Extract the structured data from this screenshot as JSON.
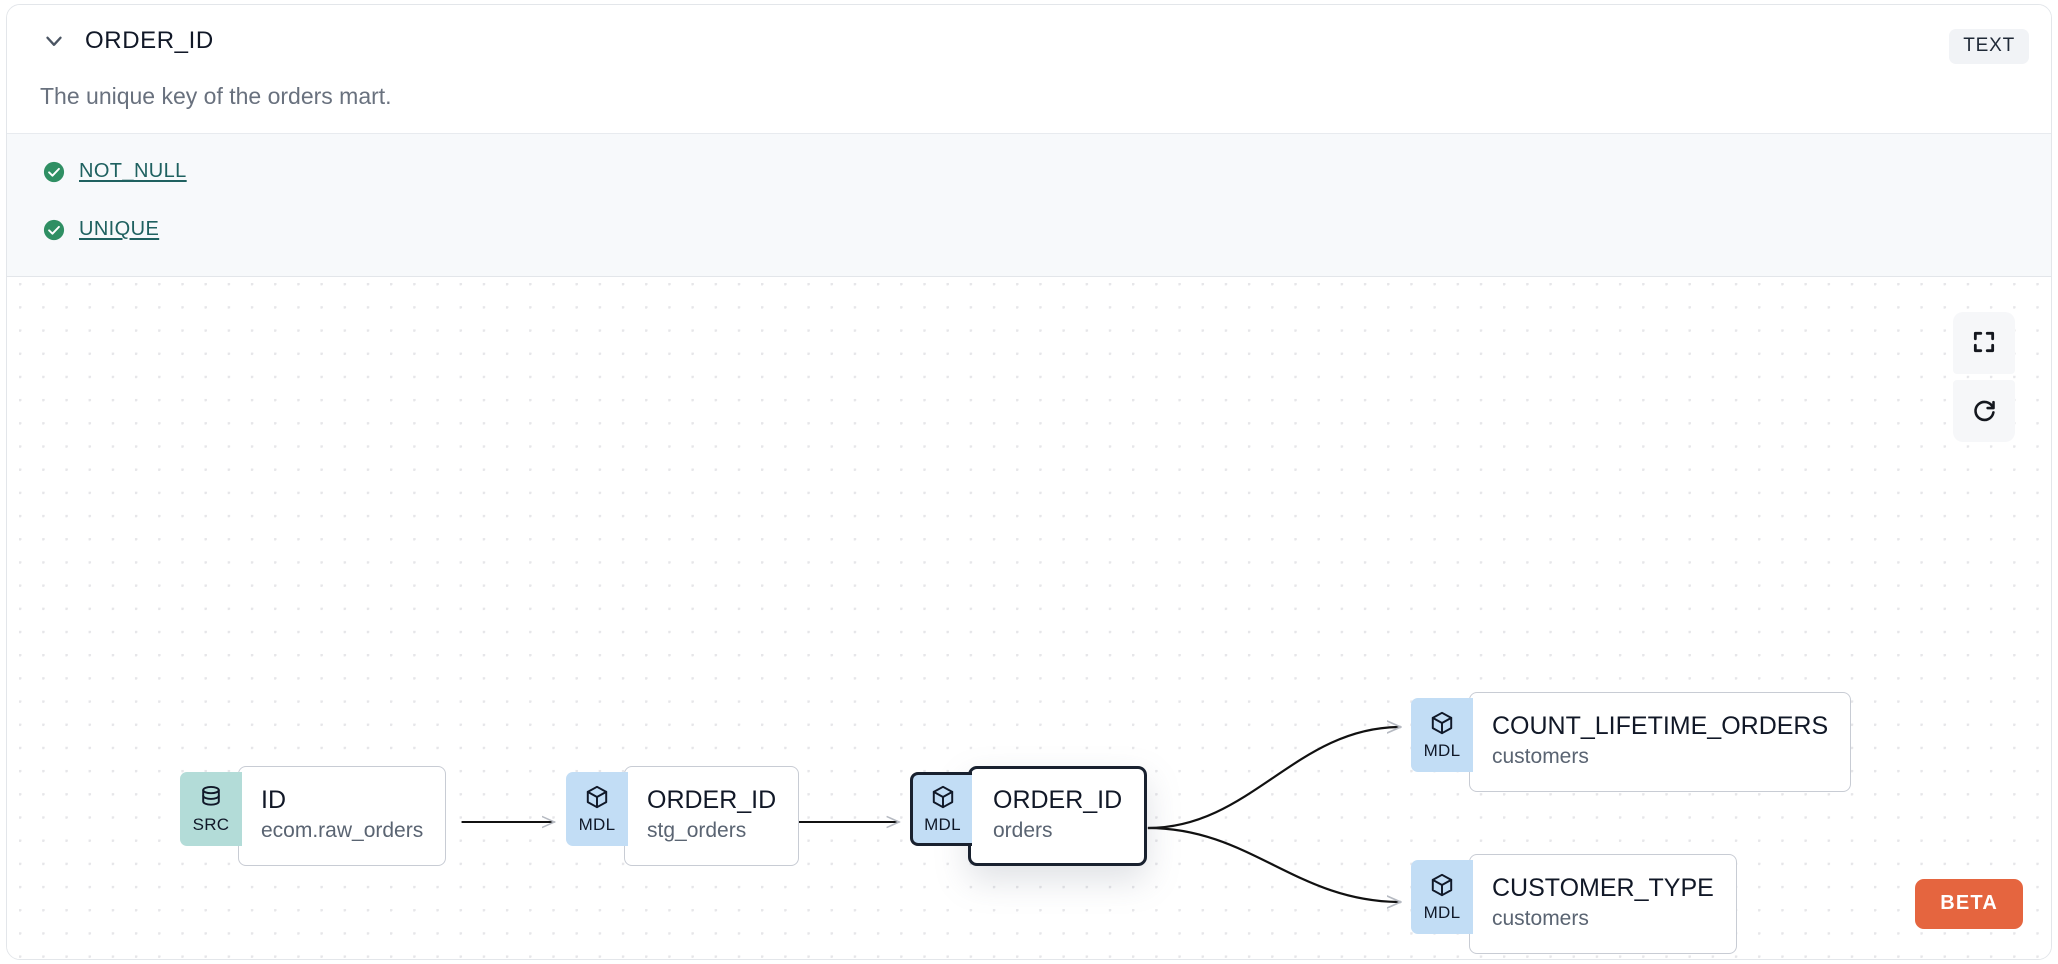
{
  "header": {
    "chevron_icon": "chevron-down-icon",
    "column_name": "ORDER_ID",
    "type_badge": "TEXT",
    "description": "The unique key of the orders mart."
  },
  "tests": [
    {
      "icon": "check-circle-icon",
      "label": "NOT_NULL"
    },
    {
      "icon": "check-circle-icon",
      "label": "UNIQUE"
    }
  ],
  "graph": {
    "nodes": [
      {
        "id": "src",
        "badge": "SRC",
        "badge_icon": "database-icon",
        "name": "ID",
        "sub": "ecom.raw_orders",
        "selected": false
      },
      {
        "id": "stg",
        "badge": "MDL",
        "badge_icon": "cube-icon",
        "name": "ORDER_ID",
        "sub": "stg_orders",
        "selected": false
      },
      {
        "id": "orders",
        "badge": "MDL",
        "badge_icon": "cube-icon",
        "name": "ORDER_ID",
        "sub": "orders",
        "selected": true
      },
      {
        "id": "count",
        "badge": "MDL",
        "badge_icon": "cube-icon",
        "name": "COUNT_LIFETIME_ORDERS",
        "sub": "customers",
        "selected": false
      },
      {
        "id": "custtype",
        "badge": "MDL",
        "badge_icon": "cube-icon",
        "name": "CUSTOMER_TYPE",
        "sub": "customers",
        "selected": false
      }
    ],
    "edges": [
      {
        "from": "src",
        "to": "stg",
        "style": "straight"
      },
      {
        "from": "stg",
        "to": "orders",
        "style": "straight"
      },
      {
        "from": "orders",
        "to": "count",
        "style": "curve-up"
      },
      {
        "from": "orders",
        "to": "custtype",
        "style": "curve-down"
      }
    ],
    "controls": [
      {
        "name": "fullscreen-button",
        "icon": "fullscreen-icon"
      },
      {
        "name": "refresh-button",
        "icon": "refresh-icon"
      }
    ],
    "beta_label": "BETA"
  },
  "colors": {
    "src_badge": "#b3dcd8",
    "mdl_badge": "#c2ddf5",
    "check_green": "#2f8f63",
    "link_teal": "#1f6160",
    "beta_orange": "#e5653f",
    "selected_border": "#19212f"
  }
}
